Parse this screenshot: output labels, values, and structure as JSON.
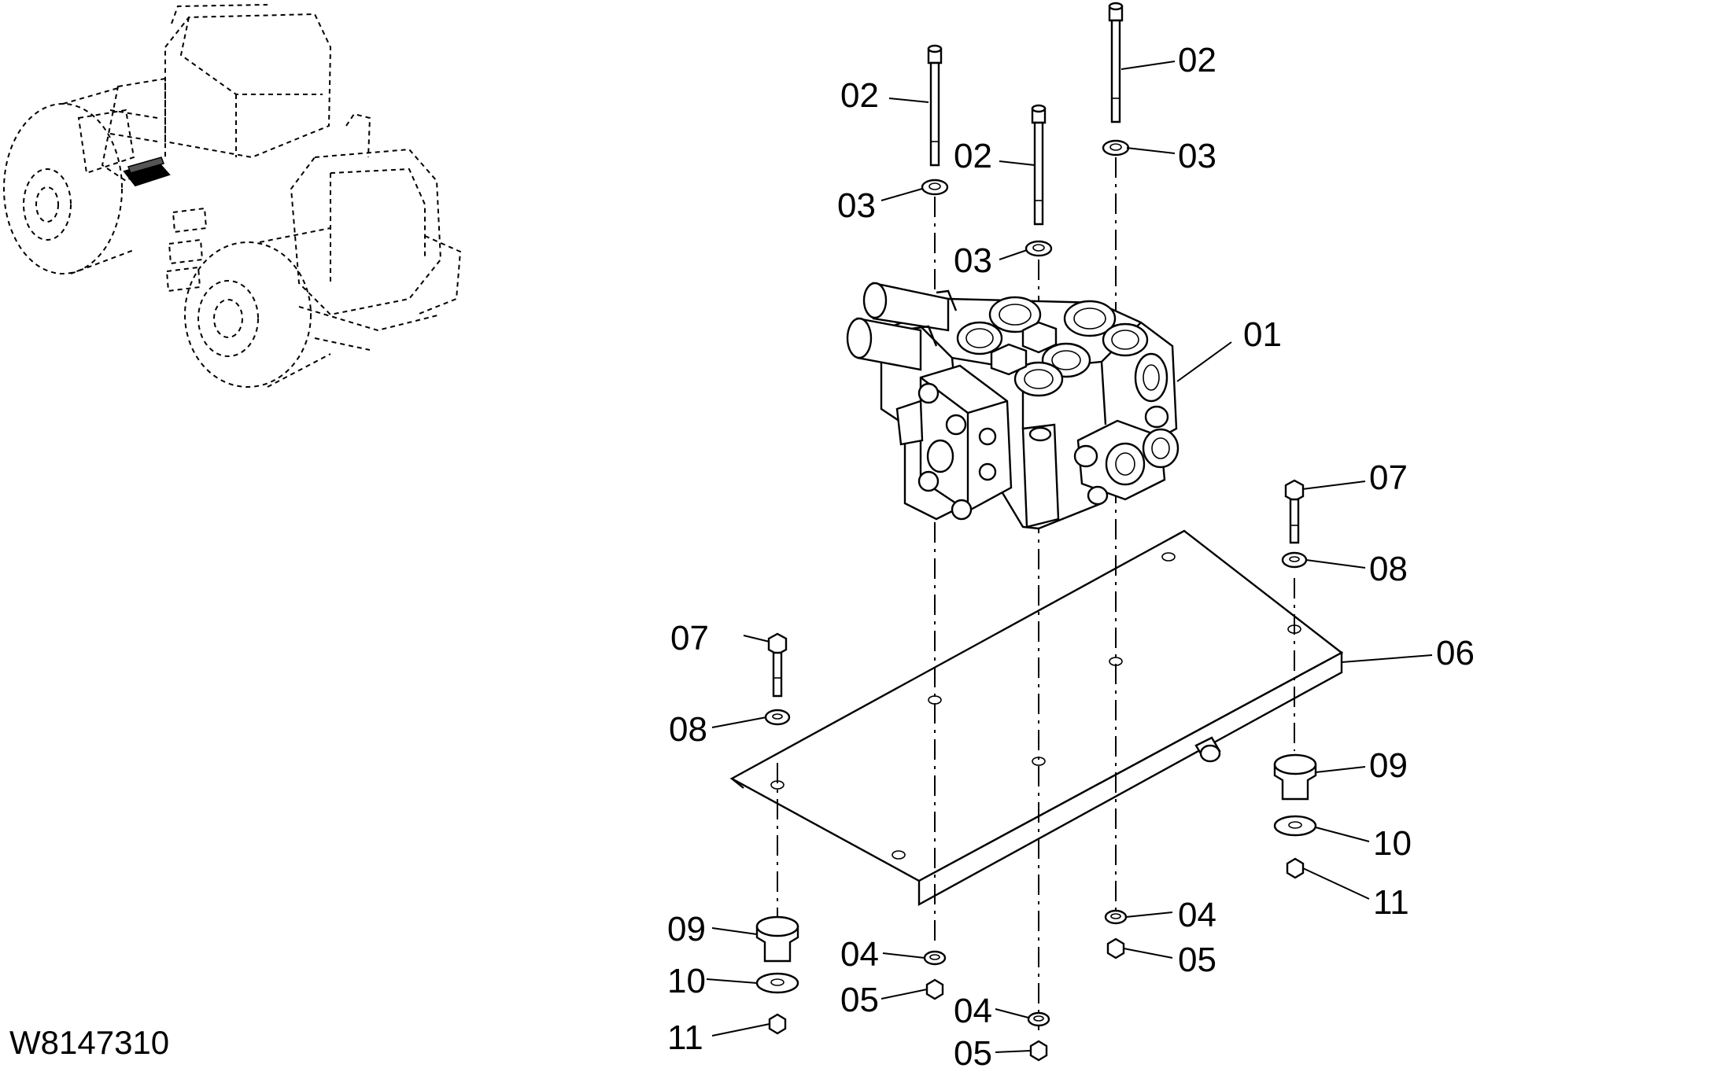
{
  "drawing_number": "W8147310",
  "parts": {
    "p01": "01",
    "p02a": "02",
    "p02b": "02",
    "p02c": "02",
    "p03a": "03",
    "p03b": "03",
    "p03c": "03",
    "p04a": "04",
    "p04b": "04",
    "p04c": "04",
    "p05a": "05",
    "p05b": "05",
    "p05c": "05",
    "p06": "06",
    "p07a": "07",
    "p07b": "07",
    "p08a": "08",
    "p08b": "08",
    "p09a": "09",
    "p09b": "09",
    "p10a": "10",
    "p10b": "10",
    "p11a": "11",
    "p11b": "11"
  }
}
